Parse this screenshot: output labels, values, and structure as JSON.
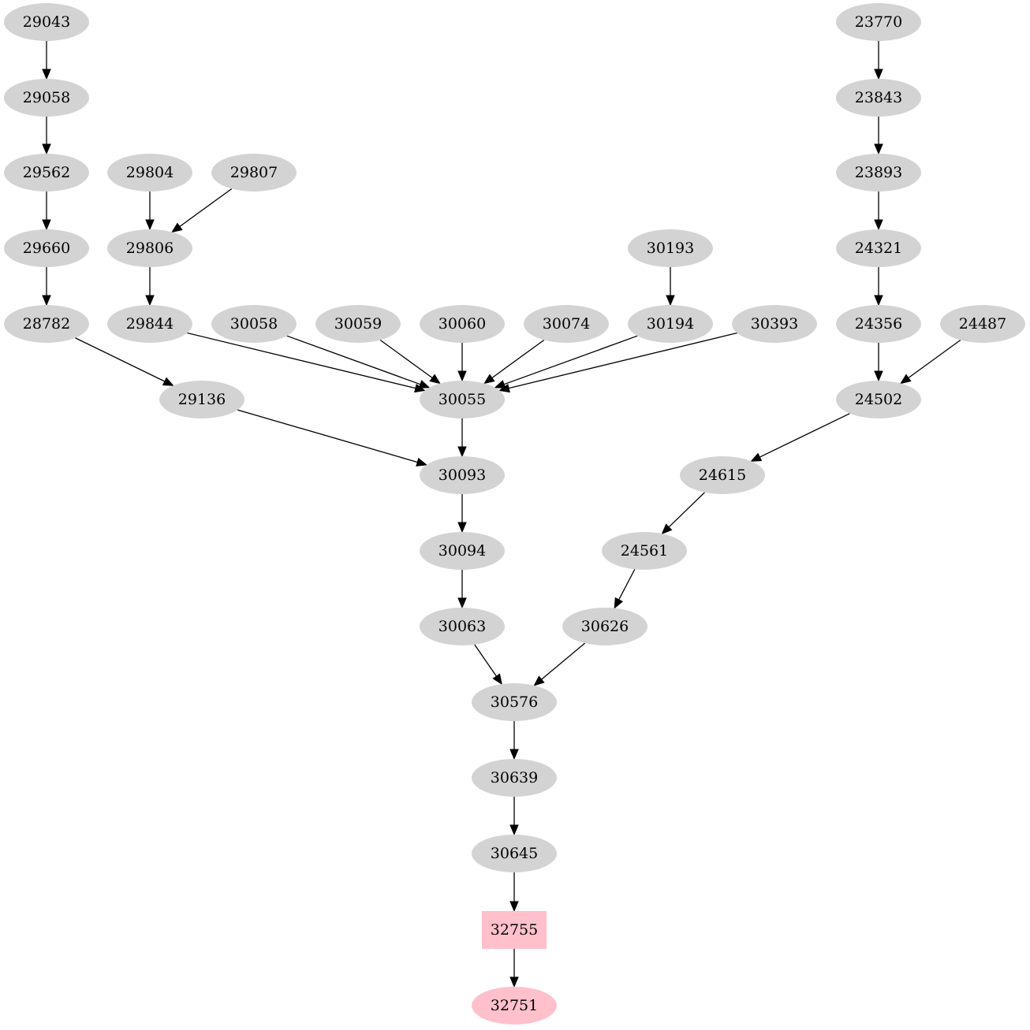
{
  "colors": {
    "default_node": "#d3d3d3",
    "highlight_node": "#ffc0cb",
    "edge": "#000000",
    "text": "#000000",
    "background": "#ffffff"
  },
  "nodes": [
    {
      "id": "29043",
      "label": "29043"
    },
    {
      "id": "29058",
      "label": "29058"
    },
    {
      "id": "29562",
      "label": "29562"
    },
    {
      "id": "29660",
      "label": "29660"
    },
    {
      "id": "28782",
      "label": "28782"
    },
    {
      "id": "29804",
      "label": "29804"
    },
    {
      "id": "29807",
      "label": "29807"
    },
    {
      "id": "29806",
      "label": "29806"
    },
    {
      "id": "29844",
      "label": "29844"
    },
    {
      "id": "30058",
      "label": "30058"
    },
    {
      "id": "30059",
      "label": "30059"
    },
    {
      "id": "30060",
      "label": "30060"
    },
    {
      "id": "30074",
      "label": "30074"
    },
    {
      "id": "30193",
      "label": "30193"
    },
    {
      "id": "30194",
      "label": "30194"
    },
    {
      "id": "30393",
      "label": "30393"
    },
    {
      "id": "23770",
      "label": "23770"
    },
    {
      "id": "23843",
      "label": "23843"
    },
    {
      "id": "23893",
      "label": "23893"
    },
    {
      "id": "24321",
      "label": "24321"
    },
    {
      "id": "24356",
      "label": "24356"
    },
    {
      "id": "24487",
      "label": "24487"
    },
    {
      "id": "29136",
      "label": "29136"
    },
    {
      "id": "30055",
      "label": "30055"
    },
    {
      "id": "24502",
      "label": "24502"
    },
    {
      "id": "30093",
      "label": "30093"
    },
    {
      "id": "24615",
      "label": "24615"
    },
    {
      "id": "30094",
      "label": "30094"
    },
    {
      "id": "24561",
      "label": "24561"
    },
    {
      "id": "30063",
      "label": "30063"
    },
    {
      "id": "30626",
      "label": "30626"
    },
    {
      "id": "30576",
      "label": "30576"
    },
    {
      "id": "30639",
      "label": "30639"
    },
    {
      "id": "30645",
      "label": "30645"
    },
    {
      "id": "32755",
      "label": "32755",
      "shape": "box",
      "highlight": true
    },
    {
      "id": "32751",
      "label": "32751",
      "highlight": true
    }
  ],
  "edges": [
    {
      "from": "29043",
      "to": "29058"
    },
    {
      "from": "29058",
      "to": "29562"
    },
    {
      "from": "29562",
      "to": "29660"
    },
    {
      "from": "29660",
      "to": "28782"
    },
    {
      "from": "29804",
      "to": "29806"
    },
    {
      "from": "29807",
      "to": "29806"
    },
    {
      "from": "29806",
      "to": "29844"
    },
    {
      "from": "30193",
      "to": "30194"
    },
    {
      "from": "23770",
      "to": "23843"
    },
    {
      "from": "23843",
      "to": "23893"
    },
    {
      "from": "23893",
      "to": "24321"
    },
    {
      "from": "24321",
      "to": "24356"
    },
    {
      "from": "28782",
      "to": "29136"
    },
    {
      "from": "29844",
      "to": "30055"
    },
    {
      "from": "30058",
      "to": "30055"
    },
    {
      "from": "30059",
      "to": "30055"
    },
    {
      "from": "30060",
      "to": "30055"
    },
    {
      "from": "30074",
      "to": "30055"
    },
    {
      "from": "30194",
      "to": "30055"
    },
    {
      "from": "30393",
      "to": "30055"
    },
    {
      "from": "24356",
      "to": "24502"
    },
    {
      "from": "24487",
      "to": "24502"
    },
    {
      "from": "29136",
      "to": "30093"
    },
    {
      "from": "30055",
      "to": "30093"
    },
    {
      "from": "24502",
      "to": "24615"
    },
    {
      "from": "30093",
      "to": "30094"
    },
    {
      "from": "24615",
      "to": "24561"
    },
    {
      "from": "30094",
      "to": "30063"
    },
    {
      "from": "24561",
      "to": "30626"
    },
    {
      "from": "30063",
      "to": "30576"
    },
    {
      "from": "30626",
      "to": "30576"
    },
    {
      "from": "30576",
      "to": "30639"
    },
    {
      "from": "30639",
      "to": "30645"
    },
    {
      "from": "30645",
      "to": "32755"
    },
    {
      "from": "32755",
      "to": "32751"
    }
  ]
}
